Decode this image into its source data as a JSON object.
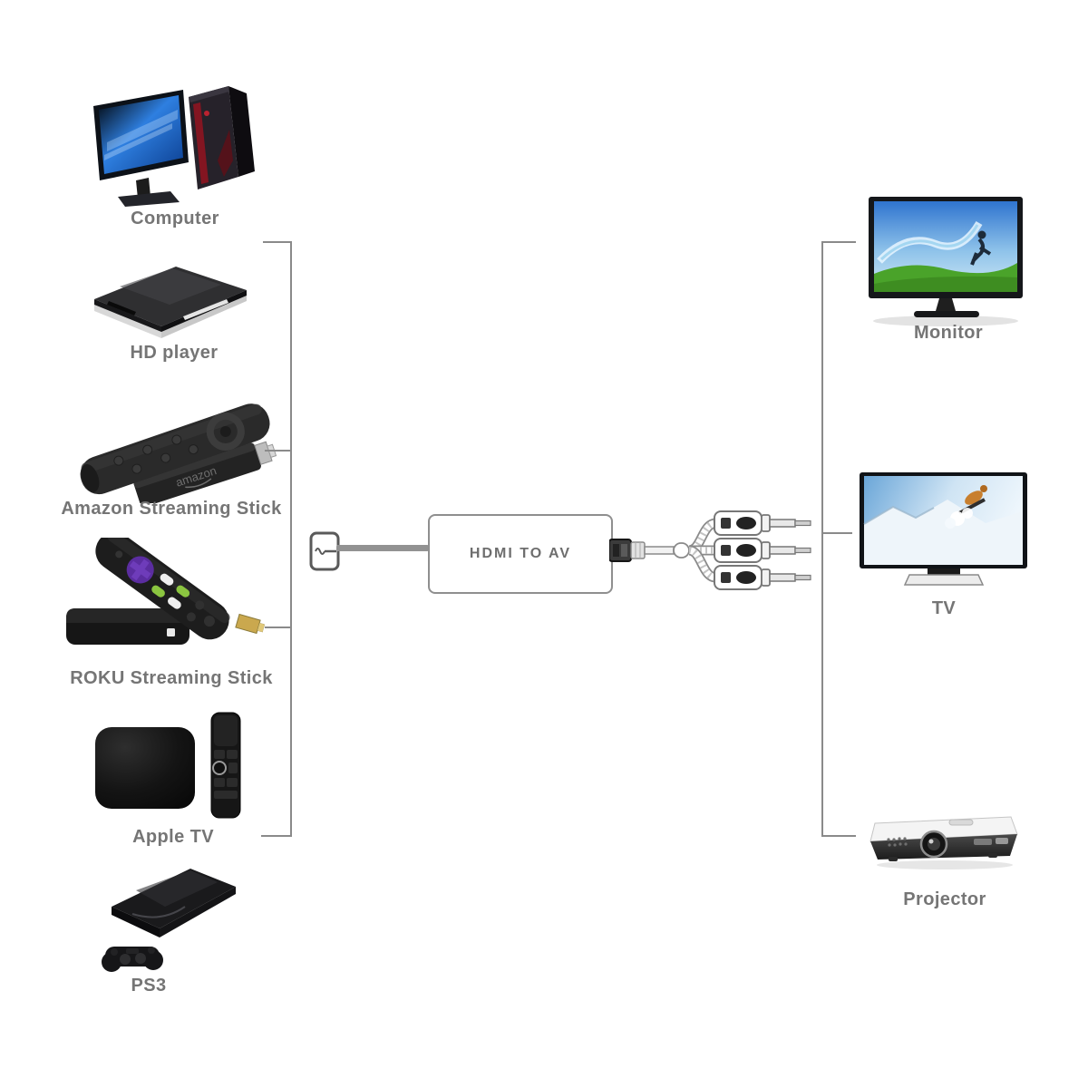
{
  "background_color": "#ffffff",
  "diagram": {
    "adapter": {
      "label": "HDMI TO AV"
    },
    "amazon_logo_text": "amazon",
    "sources": [
      {
        "label": "Computer",
        "icon": "desktop-computer-image"
      },
      {
        "label": "HD player",
        "icon": "hd-player-image"
      },
      {
        "label": "Amazon Streaming Stick",
        "icon": "amazon-streaming-stick-image"
      },
      {
        "label": "ROKU Streaming Stick",
        "icon": "roku-streaming-stick-image"
      },
      {
        "label": "Apple TV",
        "icon": "apple-tv-image"
      },
      {
        "label": "PS3",
        "icon": "ps3-console-image"
      }
    ],
    "outputs": [
      {
        "label": "Monitor",
        "icon": "monitor-image"
      },
      {
        "label": "TV",
        "icon": "tv-image"
      },
      {
        "label": "Projector",
        "icon": "projector-image"
      }
    ],
    "colors": {
      "connector_line": "#8a8a8a",
      "label_text": "#757575",
      "adapter_border": "#8f8f8f",
      "adapter_text": "#6e6e6e",
      "windows_blue": "#2e7fe0",
      "roku_accent_purple": "#5b2da0",
      "roku_accent_green": "#8bc540",
      "rca_plug_body": "#ffffff"
    }
  }
}
